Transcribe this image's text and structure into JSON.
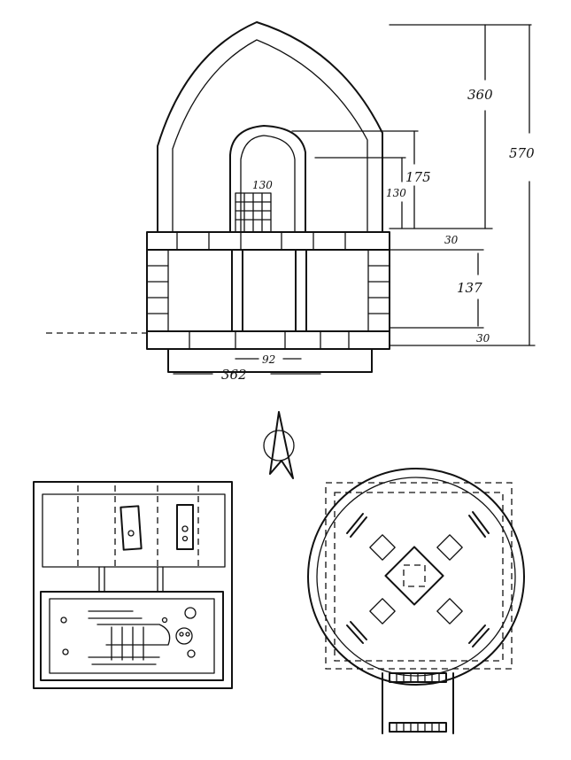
{
  "dimensions": {
    "total_height": "570",
    "arch_height": "360",
    "inner_arch_height": "175",
    "inner_opening": "130",
    "inner_arch_width": "130",
    "top_slab": "30",
    "chamber_height": "137",
    "bottom_slab": "30",
    "passage_width": "92",
    "base_width": "362"
  }
}
